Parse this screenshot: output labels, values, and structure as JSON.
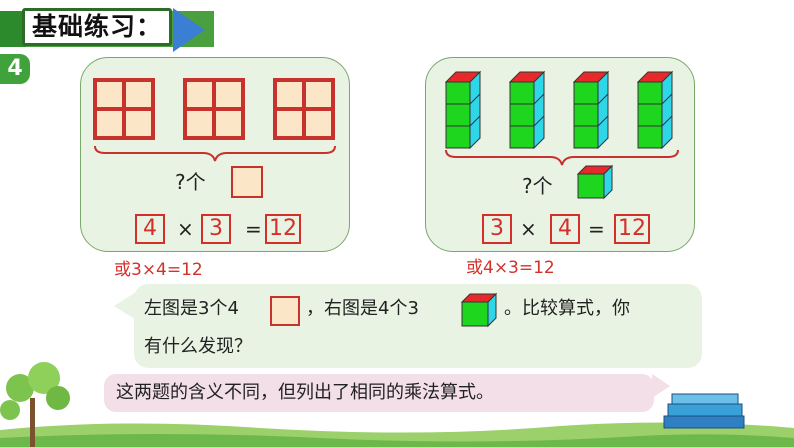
{
  "header": {
    "title": "基础练习：",
    "number_badge": "4"
  },
  "left_panel": {
    "question_label": "?个",
    "equation": {
      "a": "4",
      "op": "×",
      "b": "3",
      "eq": "=",
      "result": "12"
    },
    "alt_note": "或3×4=12"
  },
  "right_panel": {
    "question_label": "?个",
    "equation": {
      "a": "3",
      "op": "×",
      "b": "4",
      "eq": "=",
      "result": "12"
    },
    "alt_note": "或4×3=12"
  },
  "bubble1": {
    "part1": "左图是3个4",
    "part2": "，右图是4个3",
    "part3": "。比较算式，你",
    "line2": "有什么发现？"
  },
  "bubble2": {
    "text": "这两题的含义不同，但列出了相同的乘法算式。"
  },
  "colors": {
    "green_banner": "#4aa03e",
    "arrow_blue": "#3b7fd4",
    "panel_bg": "#e9f3e3",
    "red": "#d4302a",
    "square_fill": "#fbe6c8",
    "cube_front": "#1fd61f",
    "cube_side": "#2fd6e8",
    "cube_top": "#e8282a"
  }
}
